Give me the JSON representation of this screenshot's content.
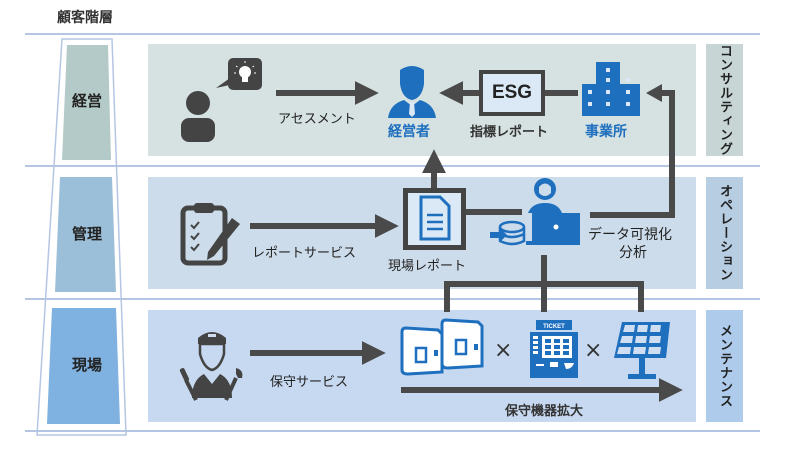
{
  "header": {
    "title": "顧客階層"
  },
  "levels": [
    {
      "label": "経営",
      "color": "#b3cac8"
    },
    {
      "label": "管理",
      "color": "#9bbfd8"
    },
    {
      "label": "現場",
      "color": "#7fb1e1"
    }
  ],
  "services": [
    {
      "label": "コンサルティング"
    },
    {
      "label": "オペレーション"
    },
    {
      "label": "メンテナンス"
    }
  ],
  "row1": {
    "assessment_label": "アセスメント",
    "executive_label": "経営者",
    "esg_box": "ESG",
    "esg_caption": "指標レポート",
    "office_label": "事業所"
  },
  "row2": {
    "report_service_label": "レポートサービス",
    "site_report_label": "現場レポート",
    "visualization_label_1": "データ可視化",
    "visualization_label_2": "分析"
  },
  "row3": {
    "maintenance_service_label": "保守サービス",
    "times_1": "×",
    "times_2": "×",
    "ticket_text": "TICKET",
    "expansion_label": "保守機器拡大"
  },
  "colors": {
    "accent_blue": "#1f6fbf",
    "icon_dark": "#444444",
    "arrow": "#4a4a4a"
  }
}
